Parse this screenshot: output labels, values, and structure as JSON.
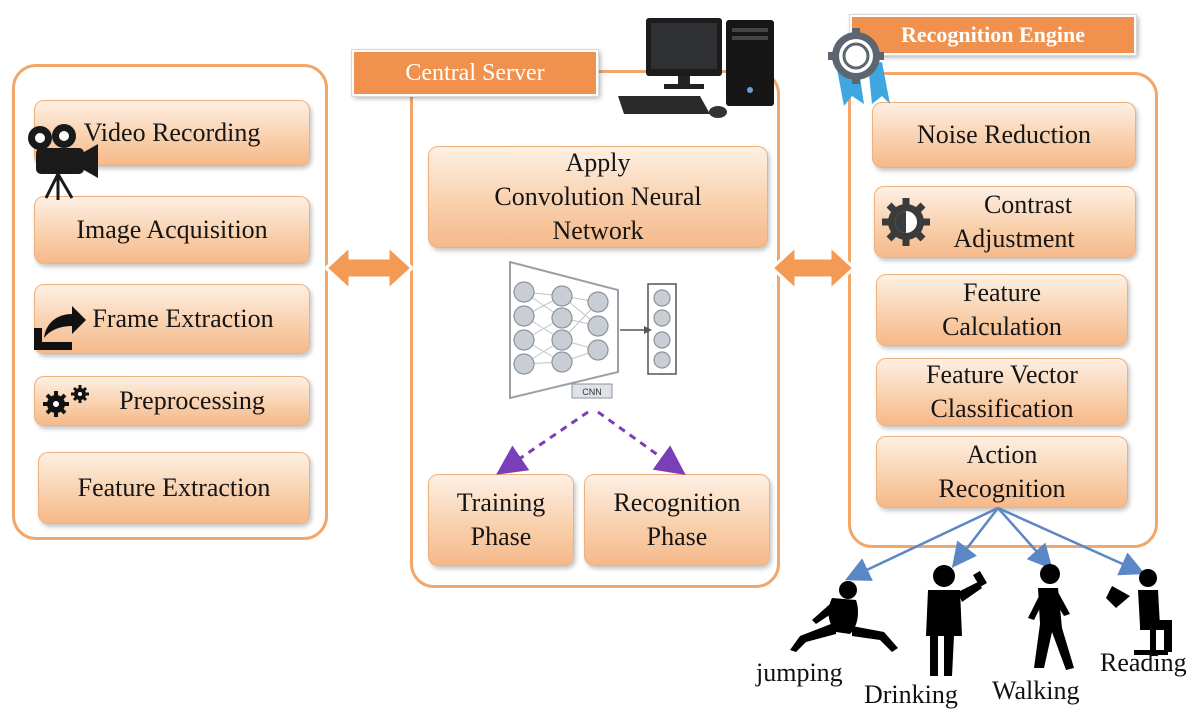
{
  "central_server": {
    "tab_label": "Central Server",
    "cnn_box": [
      "Apply",
      "Convolution Neural",
      "Network"
    ],
    "cnn_tag": "CNN",
    "training_phase": [
      "Training",
      "Phase"
    ],
    "recognition_phase": [
      "Recognition",
      "Phase"
    ]
  },
  "left_panel": {
    "video_recording": "Video Recording",
    "image_acquisition": "Image Acquisition",
    "frame_extraction": "Frame Extraction",
    "preprocessing": "Preprocessing",
    "feature_extraction": "Feature Extraction"
  },
  "recognition_engine": {
    "tab_label": "Recognition Engine",
    "noise_reduction": "Noise Reduction",
    "contrast_adjustment": [
      "Contrast",
      "Adjustment"
    ],
    "feature_calculation": [
      "Feature",
      "Calculation"
    ],
    "feature_vector_classification": [
      "Feature Vector",
      "Classification"
    ],
    "action_recognition": [
      "Action",
      "Recognition"
    ]
  },
  "actions": {
    "jumping": "jumping",
    "drinking": "Drinking",
    "walking": "Walking",
    "reading": "Reading"
  },
  "colors": {
    "panel_border": "#f1a76a",
    "tab_fill": "#f0924e",
    "arrow_orange": "#f39a55",
    "dashed_arrow": "#7a3fb8",
    "action_arrow": "#5b87c6"
  },
  "icons": [
    "video-camera-icon",
    "share-icon",
    "gears-icon",
    "contrast-gear-icon",
    "award-ribbon-icon",
    "desktop-computer-icon",
    "neural-network-icon"
  ]
}
